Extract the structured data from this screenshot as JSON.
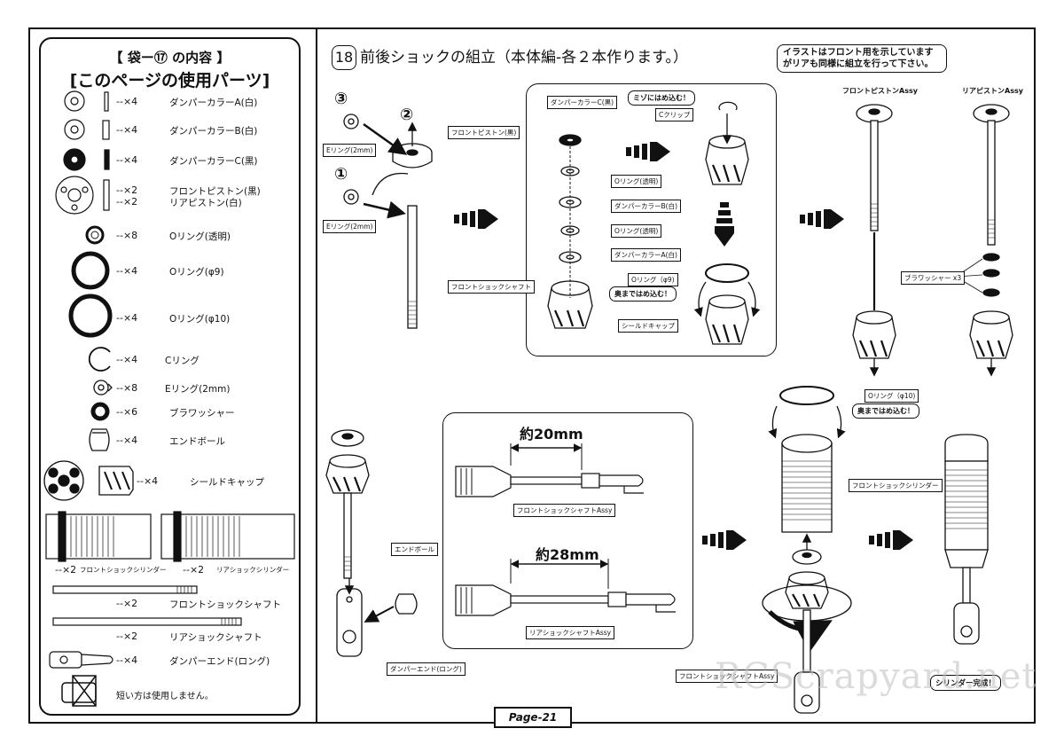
{
  "left_panel": {
    "title_line1": "【 袋ー⑰ の内容 】",
    "title_line2": "[このページの使用パーツ]",
    "parts": [
      {
        "qty": "--×4",
        "name": "ダンパーカラーA(白)",
        "icon": "collar-white-icon"
      },
      {
        "qty": "--×4",
        "name": "ダンパーカラーB(白)",
        "icon": "collar-white-icon"
      },
      {
        "qty": "--×4",
        "name": "ダンパーカラーC(黒)",
        "icon": "collar-black-icon"
      },
      {
        "qty": "--×2",
        "name": "フロントピストン(黒)",
        "icon": "piston-icon"
      },
      {
        "qty": "--×2",
        "name": "リアピストン(白)",
        "icon": "piston-icon"
      },
      {
        "qty": "--×8",
        "name": "Oリング(透明)",
        "icon": "o-ring-small-icon"
      },
      {
        "qty": "--×4",
        "name": "Oリング(φ9)",
        "icon": "o-ring-9-icon"
      },
      {
        "qty": "--×4",
        "name": "Oリング(φ10)",
        "icon": "o-ring-10-icon"
      },
      {
        "qty": "--×4",
        "name": "Cリング",
        "icon": "c-ring-icon"
      },
      {
        "qty": "--×8",
        "name": "Eリング(2mm)",
        "icon": "e-ring-icon"
      },
      {
        "qty": "--×6",
        "name": "ブラワッシャー",
        "icon": "washer-icon"
      },
      {
        "qty": "--×4",
        "name": "エンドボール",
        "icon": "end-ball-icon"
      },
      {
        "qty": "--×4",
        "name": "シールドキャップ",
        "icon": "seal-cap-icon"
      }
    ],
    "cyl_front_qty": "--×2",
    "cyl_front_name": "フロントショックシリンダー",
    "cyl_rear_qty": "--×2",
    "cyl_rear_name": "リアショックシリンダー",
    "shaft_front_qty": "--×2",
    "shaft_front_name": "フロントショックシャフト",
    "shaft_rear_qty": "--×2",
    "shaft_rear_name": "リアショックシャフト",
    "end_qty": "--×4",
    "end_name": "ダンパーエンド(ロング)",
    "short_note": "短い方は使用しません。"
  },
  "step": {
    "number": "18",
    "title": "前後ショックの組立（本体編-各２本作ります。）",
    "note": "イラストはフロント用を示していますがリアも同様に組立を行って下さい。"
  },
  "labels": {
    "step1": "①",
    "step2": "②",
    "step3": "③",
    "e_ring_a": "Eリング(2mm)",
    "e_ring_b": "Eリング(2mm)",
    "front_piston": "フロントピストン(黒)",
    "front_shaft": "フロントショックシャフト",
    "collar_c": "ダンパーカラーC(黒)",
    "groove_note": "ミゾにはめ込む！",
    "c_clip": "Cクリップ",
    "o_ring_clear_a": "Oリング(透明)",
    "collar_b": "ダンパーカラーB(白)",
    "o_ring_clear_b": "Oリング(透明)",
    "collar_a": "ダンパーカラーA(白)",
    "o_ring_9": "Oリング（φ9)",
    "push_in_a": "奥まではめ込む！",
    "seal_cap": "シールドキャップ",
    "front_piston_assy": "フロントピストンAssy",
    "rear_piston_assy": "リアピストンAssy",
    "washer_x3": "ブラワッシャー x3",
    "end_ball": "エンドボール",
    "damper_end_long": "ダンパーエンド(ロング)",
    "dim_20": "約20mm",
    "dim_28": "約28mm",
    "front_shaft_assy": "フロントショックシャフトAssy",
    "rear_shaft_assy": "リアショックシャフトAssy",
    "o_ring_10": "Oリング（φ10)",
    "push_in_b": "奥まではめ込む！",
    "front_cylinder": "フロントショックシリンダー",
    "front_shaft_assy_b": "フロントショックシャフトAssy",
    "cylinder_done": "シリンダー完成！"
  },
  "page_label": "Page-21",
  "watermark": "RCScrapyard.net"
}
